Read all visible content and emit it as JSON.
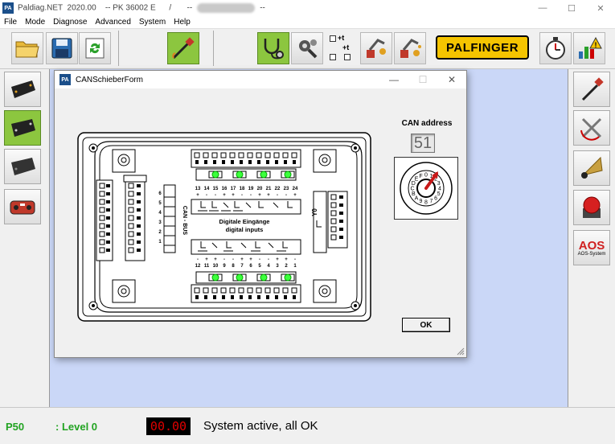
{
  "window": {
    "app_name": "Paldiag.NET",
    "version": "2020.00",
    "separator": "--",
    "model": "PK 36002 E",
    "slash": "/",
    "tail": "--"
  },
  "menu": [
    "File",
    "Mode",
    "Diagnose",
    "Advanced",
    "System",
    "Help"
  ],
  "toolbar": {
    "checks": {
      "top_label": "+t",
      "mid_label": "+t"
    },
    "brand": "PALFINGER"
  },
  "right_panel": {
    "aos_label": "AOS",
    "aos_sublabel": "AOS-System"
  },
  "dialog": {
    "title": "CANSchieberForm",
    "can_address_label": "CAN address",
    "can_address_value": "51",
    "ok_label": "OK",
    "dial_labels": [
      "0",
      "1",
      "2",
      "3",
      "4",
      "5",
      "6",
      "7",
      "8",
      "9",
      "A",
      "B",
      "C",
      "D",
      "E",
      "F"
    ],
    "board": {
      "can_bus_label": "CAN - BUS",
      "inputs_title_de": "Digitale Eingänge",
      "inputs_title_en": "digital inputs",
      "y0_label": "Y0",
      "top_numbers": [
        "13",
        "14",
        "15",
        "16",
        "17",
        "18",
        "19",
        "20",
        "21",
        "22",
        "23",
        "24"
      ],
      "bottom_numbers": [
        "12",
        "11",
        "10",
        "9",
        "8",
        "7",
        "6",
        "5",
        "4",
        "3",
        "2",
        "1"
      ],
      "pin_signs_top": [
        "+",
        "-",
        "-",
        "+",
        "+",
        "-",
        "-",
        "+",
        "+",
        "-",
        "-",
        "+"
      ],
      "pin_signs_bottom": [
        "-",
        "+",
        "+",
        "-",
        "-",
        "+",
        "+",
        "-",
        "-",
        "+",
        "+",
        "-"
      ],
      "left_terminal_numbers": [
        "6",
        "5",
        "4",
        "3",
        "2",
        "1"
      ],
      "led_color": "#3cff3c"
    }
  },
  "status": {
    "profile": "P50",
    "level": ": Level 0",
    "time": "00.00",
    "message": "System active, all OK",
    "ok_color": "#22a322"
  }
}
